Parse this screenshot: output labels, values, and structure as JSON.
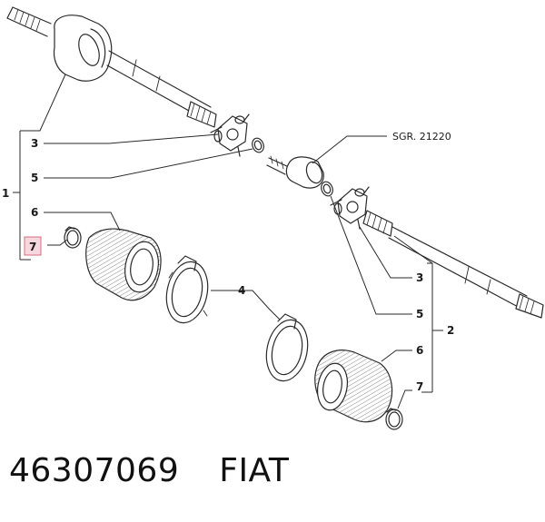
{
  "callouts": {
    "c1": "1",
    "c2": "2",
    "c3_left": "3",
    "c3_right": "3",
    "c4": "4",
    "c5_left": "5",
    "c5_right": "5",
    "c6_left": "6",
    "c6_right": "6",
    "c7_left": "7",
    "c7_right": "7"
  },
  "reference_label": "SGR. 21220",
  "caption": {
    "part_number": "46307069",
    "brand": "FIAT"
  },
  "colors": {
    "line": "#2a2a2a",
    "highlight_box_fill": "#f6d7dc",
    "highlight_box_stroke": "#d86b80"
  }
}
